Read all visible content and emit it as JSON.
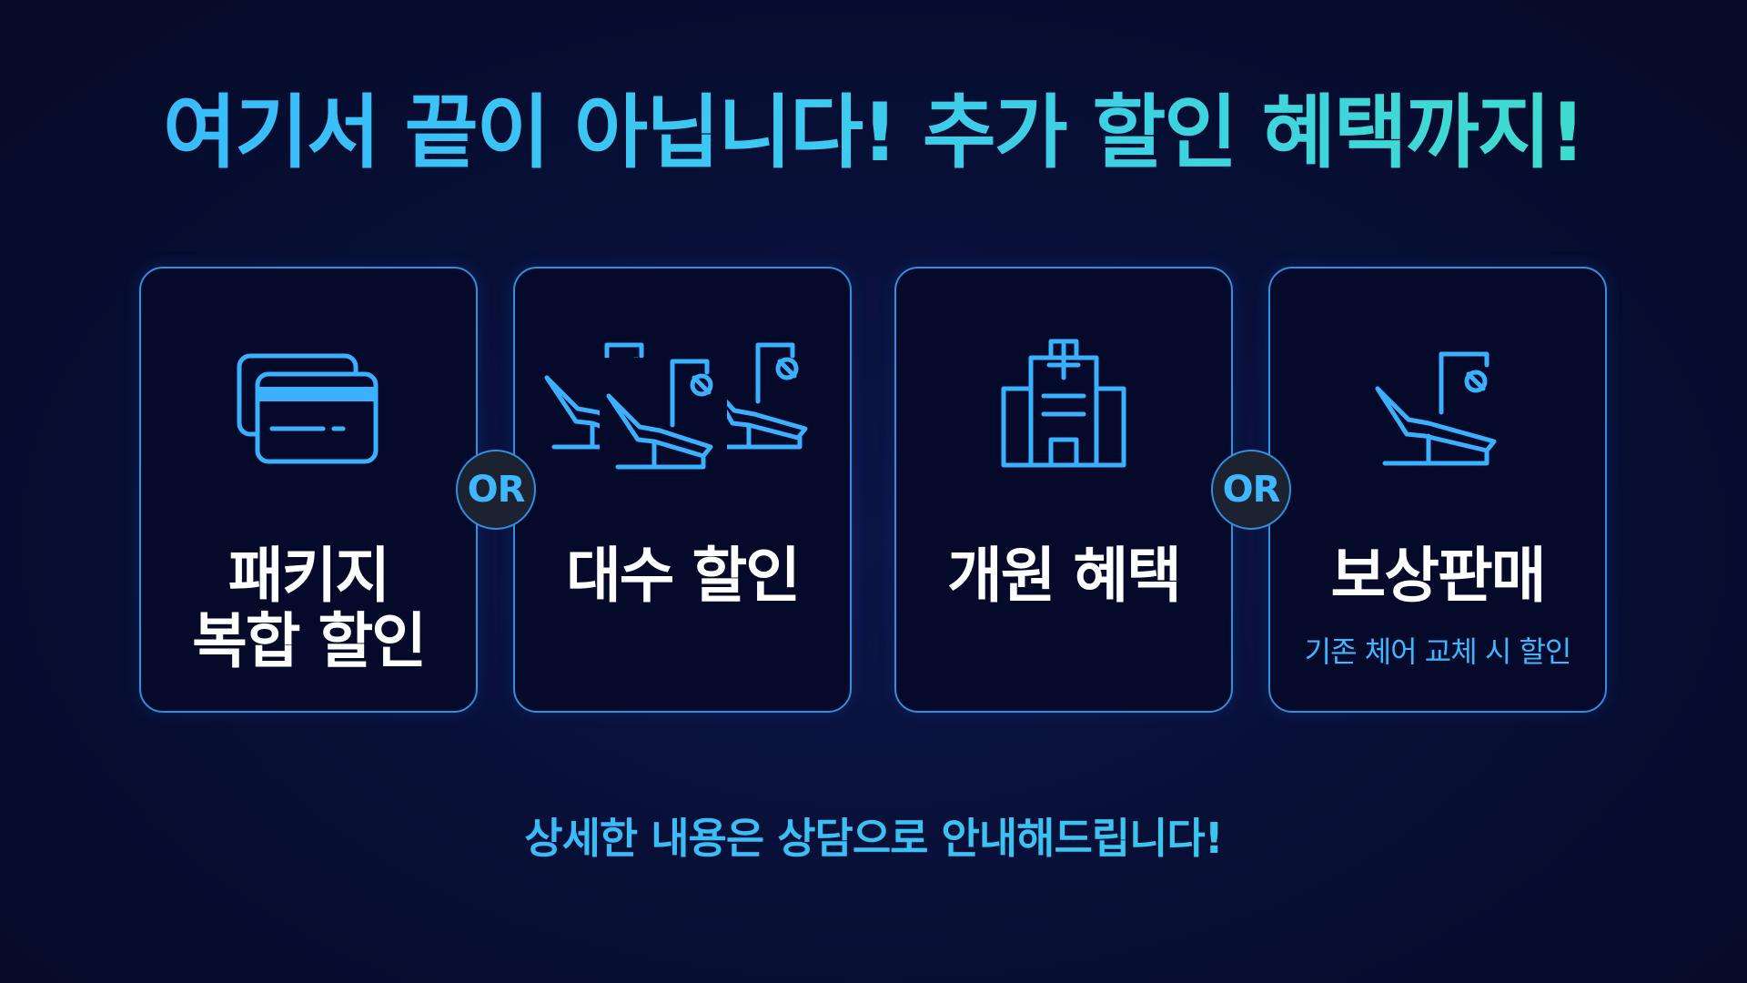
{
  "headline": "여기서 끝이 아닙니다! 추가 할인 혜택까지!",
  "cards": [
    {
      "icon": "credit-cards-icon",
      "title_lines": [
        "패키지",
        "복합 할인"
      ],
      "subtitle": ""
    },
    {
      "icon": "dental-chairs-icon",
      "title_lines": [
        "대수 할인"
      ],
      "subtitle": ""
    },
    {
      "icon": "hospital-icon",
      "title_lines": [
        "개원 혜택"
      ],
      "subtitle": ""
    },
    {
      "icon": "dental-chair-icon",
      "title_lines": [
        "보상판매"
      ],
      "subtitle": "기존 체어 교체 시 할인"
    }
  ],
  "or_badges": [
    "OR",
    "OR"
  ],
  "footer_note": "상세한 내용은 상담으로 안내해드립니다!",
  "colors": {
    "accent": "#3ab0ff",
    "accent_teal": "#3fe0c8",
    "background": "#081038",
    "card_border": "#2f8fe0",
    "title_text": "#ffffff"
  }
}
